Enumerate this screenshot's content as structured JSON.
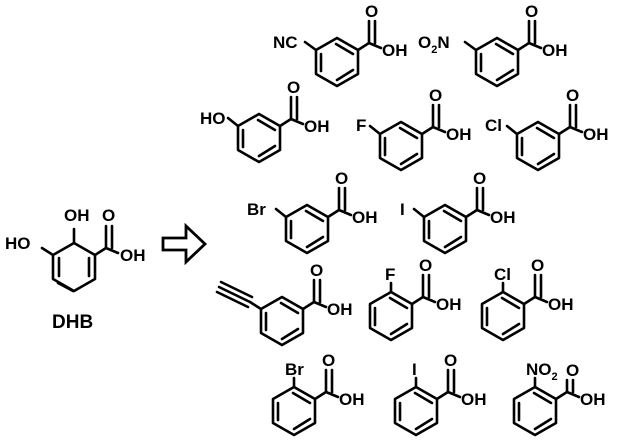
{
  "reactant": {
    "caption": "DHB",
    "groups": {
      "hydroxy_2": "OH",
      "hydroxy_3": "HO",
      "carbonyl_o": "O",
      "acid_oh": "OH"
    }
  },
  "products": [
    {
      "id": "m-cyano",
      "substituent": "NC",
      "carbonyl_o": "O",
      "acid_oh": "OH"
    },
    {
      "id": "m-nitro",
      "substituent": "O2N",
      "carbonyl_o": "O",
      "acid_oh": "OH"
    },
    {
      "id": "m-hydroxy",
      "substituent": "HO",
      "carbonyl_o": "O",
      "acid_oh": "OH"
    },
    {
      "id": "m-fluoro",
      "substituent": "F",
      "carbonyl_o": "O",
      "acid_oh": "OH"
    },
    {
      "id": "m-chloro",
      "substituent": "Cl",
      "carbonyl_o": "O",
      "acid_oh": "OH"
    },
    {
      "id": "m-bromo",
      "substituent": "Br",
      "carbonyl_o": "O",
      "acid_oh": "OH"
    },
    {
      "id": "m-iodo",
      "substituent": "I",
      "carbonyl_o": "O",
      "acid_oh": "OH"
    },
    {
      "id": "m-ethynyl",
      "substituent": "",
      "carbonyl_o": "O",
      "acid_oh": "OH"
    },
    {
      "id": "o-fluoro",
      "substituent": "F",
      "carbonyl_o": "O",
      "acid_oh": "OH"
    },
    {
      "id": "o-chloro",
      "substituent": "Cl",
      "carbonyl_o": "O",
      "acid_oh": "OH"
    },
    {
      "id": "o-bromo",
      "substituent": "Br",
      "carbonyl_o": "O",
      "acid_oh": "OH"
    },
    {
      "id": "o-iodo",
      "substituent": "I",
      "carbonyl_o": "O",
      "acid_oh": "OH"
    },
    {
      "id": "o-nitro",
      "substituent": "NO2",
      "carbonyl_o": "O",
      "acid_oh": "OH"
    }
  ]
}
